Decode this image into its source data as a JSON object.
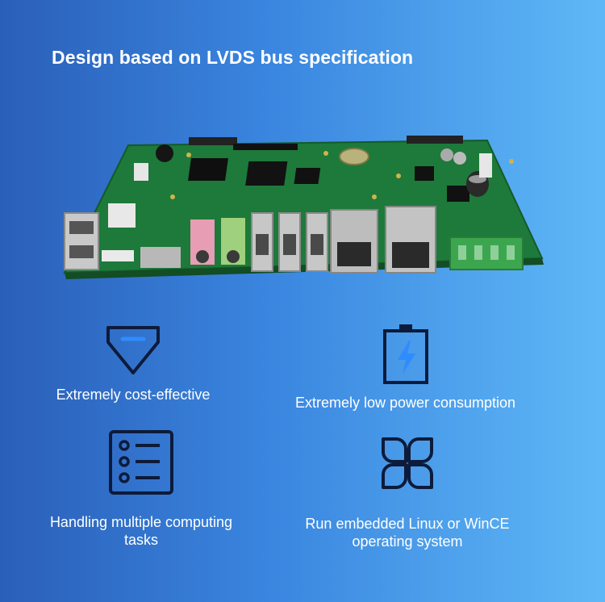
{
  "headline": "Design based on LVDS bus specification",
  "colors": {
    "gradient_left": "#2a5fb8",
    "gradient_right": "#5fb8f6",
    "icon_stroke": "#0d1b3a",
    "icon_accent": "#2f8cff",
    "pcb_green": "#1d7a3a"
  },
  "features": [
    {
      "icon": "diamond-icon",
      "label": "Extremely cost-effective"
    },
    {
      "icon": "battery-bolt-icon",
      "label": "Extremely low power consumption"
    },
    {
      "icon": "list-icon",
      "label": "Handling multiple computing tasks"
    },
    {
      "icon": "clover-grid-icon",
      "label": "Run embedded Linux or WinCE operating system"
    }
  ]
}
